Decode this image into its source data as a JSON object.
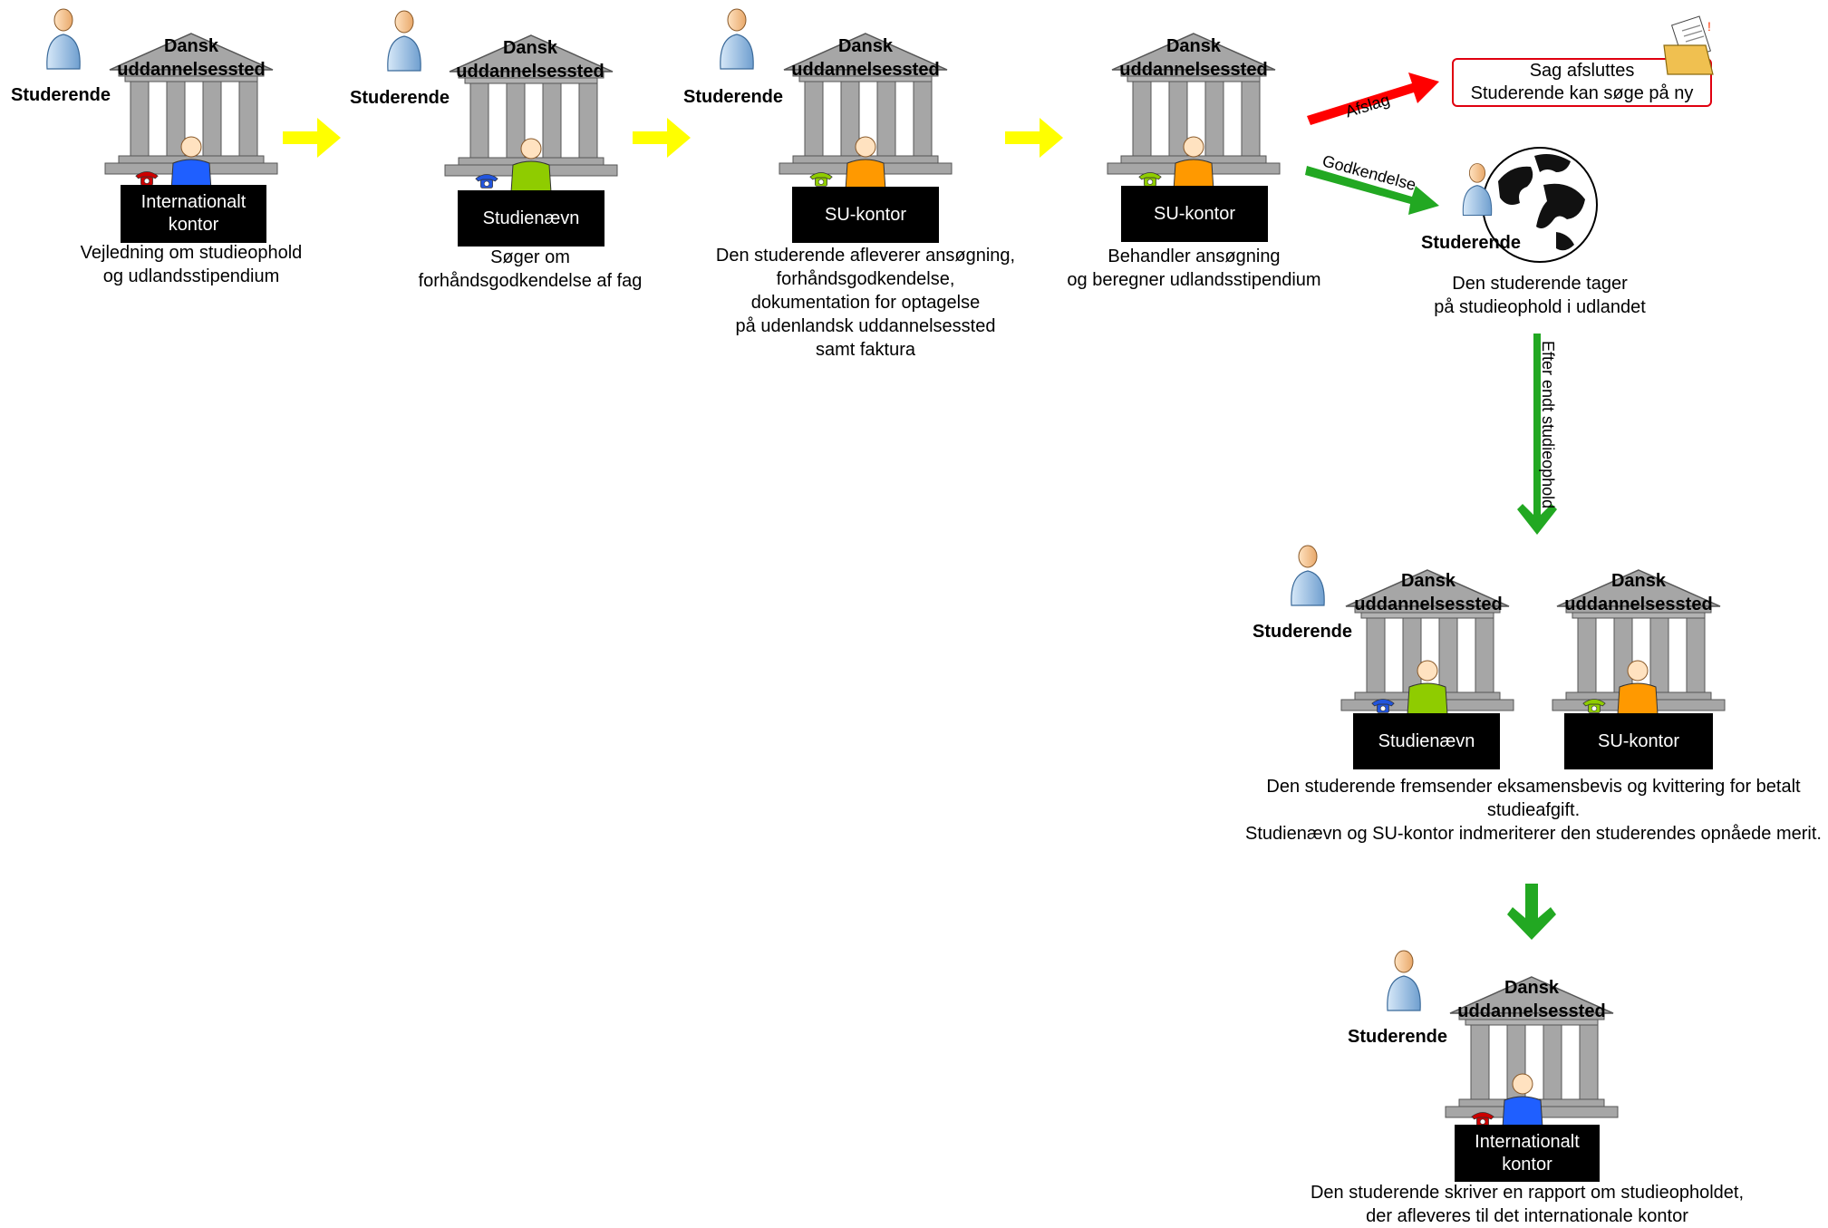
{
  "labels": {
    "student": "Studerende",
    "institution": "Dansk\nuddannelsessted"
  },
  "offices": {
    "international": "Internationalt\nkontor",
    "studienaevn": "Studienævn",
    "su": "SU-kontor"
  },
  "captions": {
    "step1": "Vejledning om studieophold\nog udlandsstipendium",
    "step2": "Søger om\nforhåndsgodkendelse af fag",
    "step3": "Den studerende afleverer ansøgning,\nforhåndsgodkendelse,\ndokumentation for optagelse\npå udenlandsk uddannelsessted\nsamt faktura",
    "step4": "Behandler ansøgning\nog beregner udlandsstipendium",
    "abroad": "Den studerende tager\npå studieophold i udlandet",
    "return": "Den studerende fremsender eksamensbevis og kvittering for betalt studieafgift.\nStudienævn og SU-kontor indmeriterer den studerendes opnåede merit.",
    "report": "Den studerende skriver en rapport om studieopholdet,\nder afleveres til det internationale kontor"
  },
  "rejection_box": "Sag afsluttes\nStuderende kan søge på ny",
  "arrow_labels": {
    "rejected": "Afslag",
    "approved": "Godkendelse",
    "after_stay": "Efter endt studieophold"
  },
  "colors": {
    "flow_arrow": "#ffff00",
    "approve_arrow": "#22a822",
    "reject_arrow": "#ff0000",
    "building": "#999999",
    "person_blue": "#1f5fff",
    "person_green": "#8fcc00",
    "person_orange": "#ff9900"
  },
  "icons": [
    "student-icon",
    "building-icon",
    "clerk-icon",
    "phone-icon",
    "globe-icon",
    "folder-icon",
    "arrow-icon"
  ]
}
